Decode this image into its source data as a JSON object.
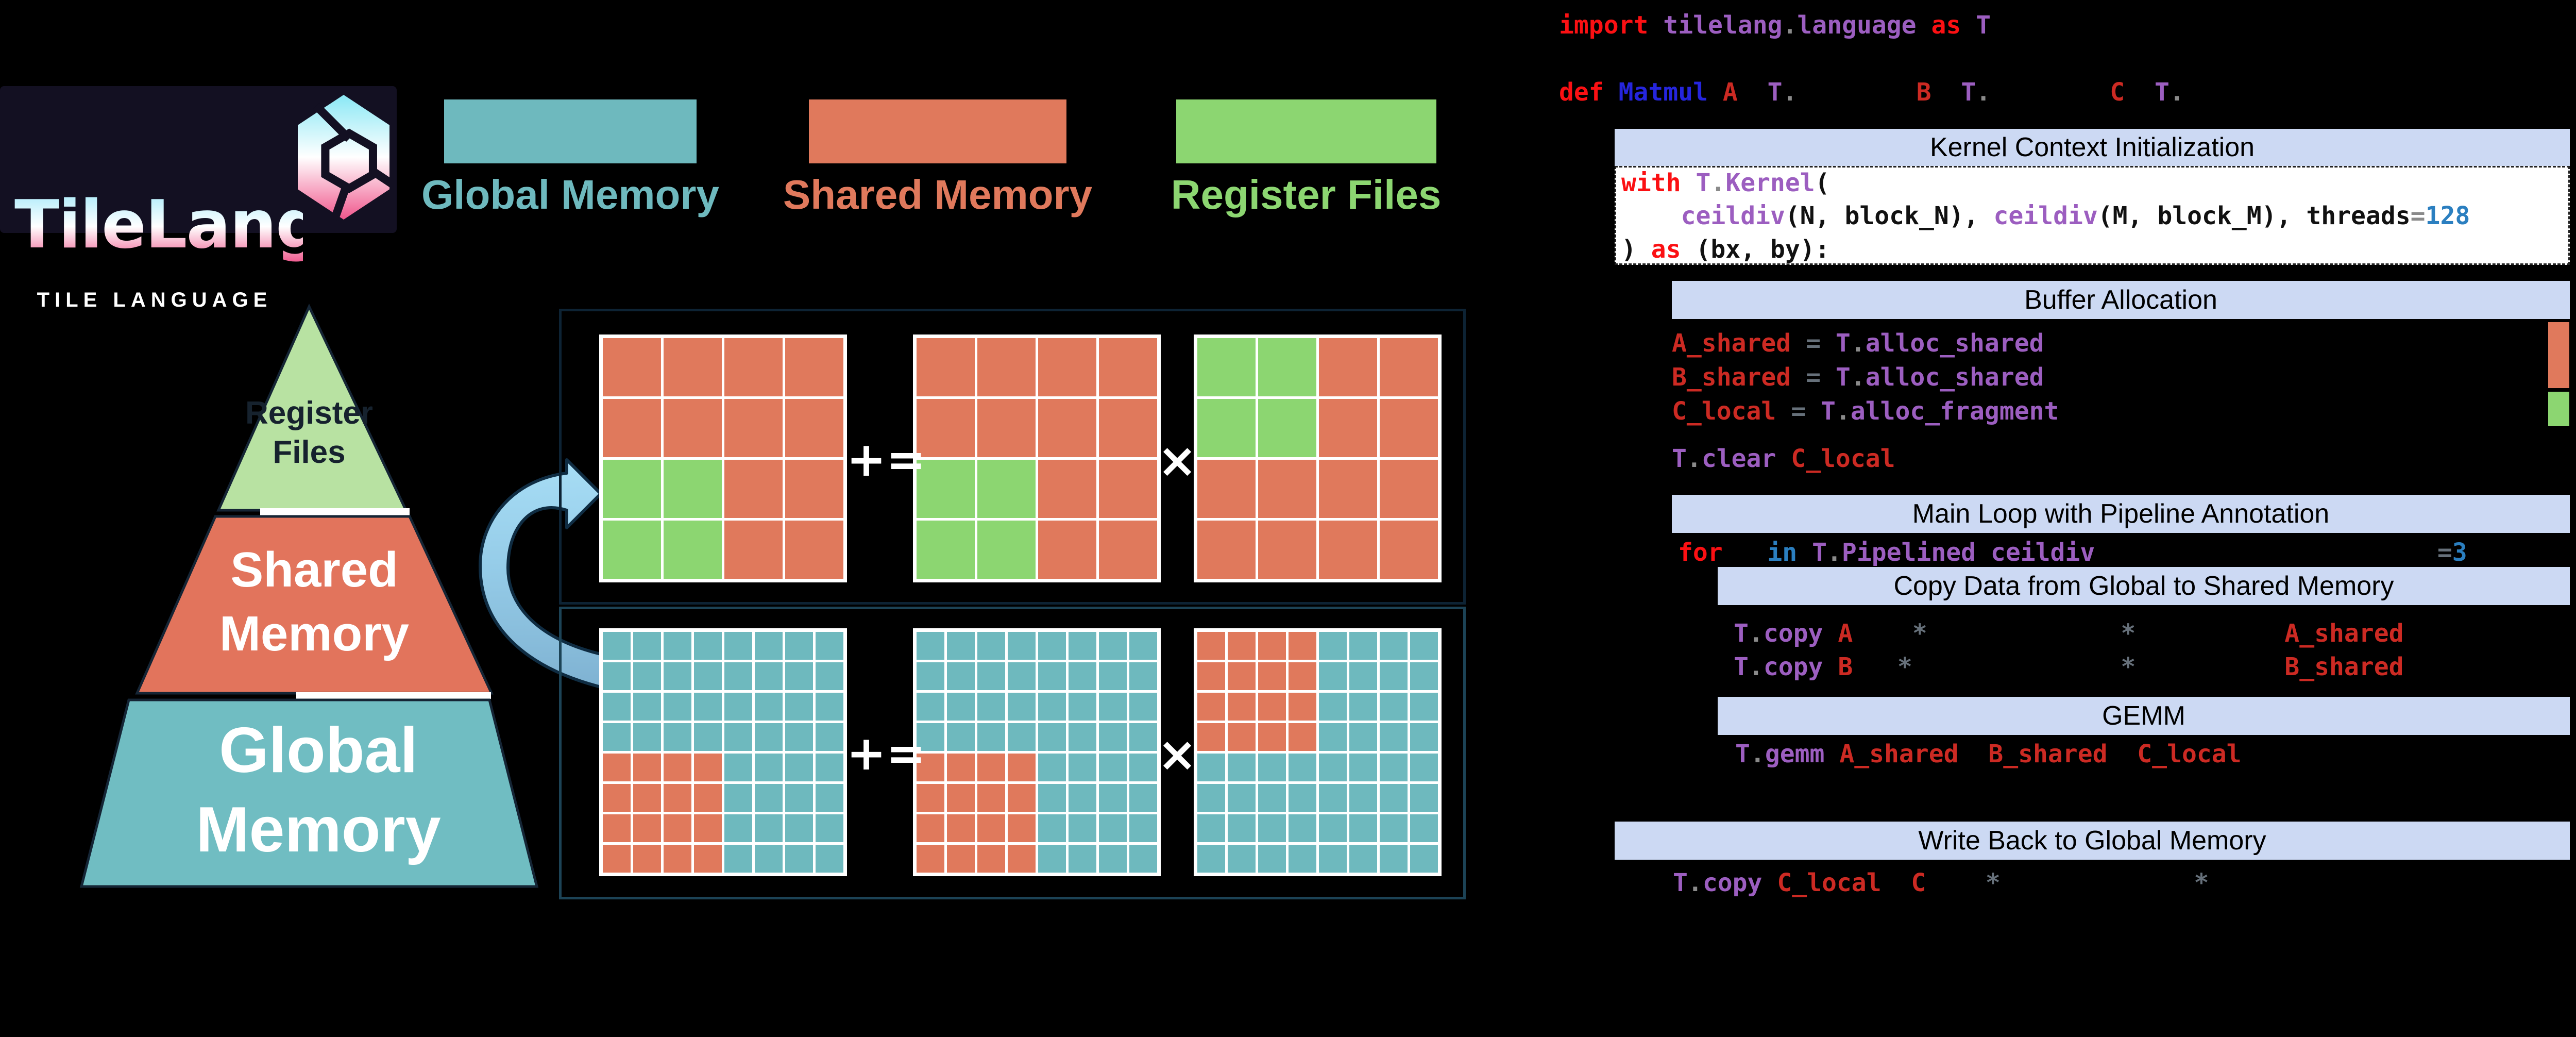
{
  "logo": {
    "title": "TileLang",
    "subtitle": "TILE LANGUAGE"
  },
  "legend": {
    "items": [
      {
        "label": "Global Memory",
        "color": "#6eb9be"
      },
      {
        "label": "Shared Memory",
        "color": "#e0795c"
      },
      {
        "label": "Register Files",
        "color": "#8cd671"
      }
    ]
  },
  "pyramid": {
    "levels": [
      {
        "label": "Register Files",
        "lines": [
          "Register",
          "Files"
        ],
        "color": "#b8e2a2",
        "text_color": "#16222e"
      },
      {
        "label": "Shared Memory",
        "lines": [
          "Shared",
          "Memory"
        ],
        "color": "#e2745c",
        "text_color": "#ffffff"
      },
      {
        "label": "Global Memory",
        "lines": [
          "Global",
          "Memory"
        ],
        "color": "#70bdc2",
        "text_color": "#ffffff"
      }
    ]
  },
  "tiles": {
    "cell_colors": {
      "S": "#e0795c",
      "G": "#8cd671",
      "T": "#6eb9be"
    },
    "operators": {
      "plus_eq": "+=",
      "times": "×"
    },
    "upper": {
      "matrices": [
        [
          "SSSS",
          "SSSS",
          "GGSS",
          "GGSS"
        ],
        [
          "SSSS",
          "SSSS",
          "GGSS",
          "GGSS"
        ],
        [
          "GGSS",
          "GGSS",
          "SSSS",
          "SSSS"
        ]
      ]
    },
    "lower": {
      "matrices": [
        [
          "TTTTTTTT",
          "TTTTTTTT",
          "TTTTTTTT",
          "TTTTTTTT",
          "SSSSTTTT",
          "SSSSTTTT",
          "SSSSTTTT",
          "SSSSTTTT"
        ],
        [
          "TTTTTTTT",
          "TTTTTTTT",
          "TTTTTTTT",
          "TTTTTTTT",
          "SSSSTTTT",
          "SSSSTTTT",
          "SSSSTTTT",
          "SSSSTTTT"
        ],
        [
          "SSSSTTTT",
          "SSSSTTTT",
          "SSSSTTTT",
          "SSSSTTTT",
          "TTTTTTTT",
          "TTTTTTTT",
          "TTTTTTTT",
          "TTTTTTTT"
        ]
      ]
    }
  },
  "code": {
    "headers": {
      "kernel": "Kernel Context Initialization",
      "buffer": "Buffer Allocation",
      "main_loop": "Main Loop with Pipeline Annotation",
      "copy": "Copy Data from Global to Shared Memory",
      "gemm": "GEMM",
      "write_back": "Write Back to Global Memory"
    },
    "lines": {
      "import": [
        [
          "kw",
          "import "
        ],
        [
          "fn",
          "tilelang"
        ],
        [
          "dot",
          "."
        ],
        [
          "fn",
          "language"
        ],
        [
          "kw",
          " as "
        ],
        [
          "fn",
          "T"
        ]
      ],
      "def": [
        [
          "kw",
          "def "
        ],
        [
          "bl",
          "Matmul "
        ],
        [
          "id",
          "A"
        ],
        [
          "pl",
          "  "
        ],
        [
          "fn",
          "T"
        ],
        [
          "dot",
          "."
        ],
        [
          "pl",
          "        "
        ],
        [
          "id",
          "B"
        ],
        [
          "pl",
          "  "
        ],
        [
          "fn",
          "T"
        ],
        [
          "dot",
          "."
        ],
        [
          "pl",
          "        "
        ],
        [
          "id",
          "C"
        ],
        [
          "pl",
          "  "
        ],
        [
          "fn",
          "T"
        ],
        [
          "dot",
          "."
        ]
      ],
      "with": [
        [
          "kw",
          "with "
        ],
        [
          "fn",
          "T"
        ],
        [
          "dot",
          "."
        ],
        [
          "fn",
          "Kernel"
        ],
        [
          "bk",
          "("
        ]
      ],
      "ceildiv": [
        [
          "pl",
          "    "
        ],
        [
          "fn",
          "ceildiv"
        ],
        [
          "bk",
          "(N, block_N), "
        ],
        [
          "fn",
          "ceildiv"
        ],
        [
          "bk",
          "(M, block_M), "
        ],
        [
          "bk",
          "threads"
        ],
        [
          "dot",
          "="
        ],
        [
          "num",
          "128"
        ]
      ],
      "as": [
        [
          "bk",
          ") "
        ],
        [
          "kw",
          "as "
        ],
        [
          "bk",
          "(bx, by):"
        ]
      ],
      "a_shared": [
        [
          "id",
          "A_shared"
        ],
        [
          "pl",
          " "
        ],
        [
          "op",
          "="
        ],
        [
          "pl",
          " "
        ],
        [
          "fn",
          "T"
        ],
        [
          "dot",
          "."
        ],
        [
          "fn",
          "alloc_shared"
        ]
      ],
      "b_shared": [
        [
          "id",
          "B_shared"
        ],
        [
          "pl",
          " "
        ],
        [
          "op",
          "="
        ],
        [
          "pl",
          " "
        ],
        [
          "fn",
          "T"
        ],
        [
          "dot",
          "."
        ],
        [
          "fn",
          "alloc_shared"
        ]
      ],
      "c_local": [
        [
          "id",
          "C_local"
        ],
        [
          "pl",
          " "
        ],
        [
          "op",
          "="
        ],
        [
          "pl",
          " "
        ],
        [
          "fn",
          "T"
        ],
        [
          "dot",
          "."
        ],
        [
          "fn",
          "alloc_fragment"
        ]
      ],
      "t_clear": [
        [
          "fn",
          "T"
        ],
        [
          "dot",
          "."
        ],
        [
          "fn",
          "clear"
        ],
        [
          "pl",
          " "
        ],
        [
          "id",
          "C_local"
        ]
      ],
      "for": [
        [
          "kw",
          "for"
        ],
        [
          "pl",
          "   "
        ],
        [
          "num",
          "in"
        ],
        [
          "pl",
          " "
        ],
        [
          "fn",
          "T"
        ],
        [
          "dot",
          "."
        ],
        [
          "fn",
          "Pipelined"
        ],
        [
          "pl",
          " "
        ],
        [
          "fn",
          "ceildiv"
        ],
        [
          "pl",
          "                       "
        ],
        [
          "op",
          "="
        ],
        [
          "num",
          "3"
        ]
      ],
      "copy_a": [
        [
          "fn",
          "T"
        ],
        [
          "dot",
          "."
        ],
        [
          "fn",
          "copy"
        ],
        [
          "pl",
          " "
        ],
        [
          "id",
          "A"
        ],
        [
          "pl",
          "    "
        ],
        [
          "op",
          "*"
        ],
        [
          "pl",
          "             "
        ],
        [
          "op",
          "*"
        ],
        [
          "pl",
          "          "
        ],
        [
          "id",
          "A_shared"
        ]
      ],
      "copy_b": [
        [
          "fn",
          "T"
        ],
        [
          "dot",
          "."
        ],
        [
          "fn",
          "copy"
        ],
        [
          "pl",
          " "
        ],
        [
          "id",
          "B"
        ],
        [
          "pl",
          "   "
        ],
        [
          "op",
          "*"
        ],
        [
          "pl",
          "              "
        ],
        [
          "op",
          "*"
        ],
        [
          "pl",
          "          "
        ],
        [
          "id",
          "B_shared"
        ]
      ],
      "gemm": [
        [
          "fn",
          "T"
        ],
        [
          "dot",
          "."
        ],
        [
          "fn",
          "gemm"
        ],
        [
          "pl",
          " "
        ],
        [
          "id",
          "A_shared"
        ],
        [
          "pl",
          "  "
        ],
        [
          "id",
          "B_shared"
        ],
        [
          "pl",
          "  "
        ],
        [
          "id",
          "C_local"
        ]
      ],
      "write_back": [
        [
          "fn",
          "T"
        ],
        [
          "dot",
          "."
        ],
        [
          "fn",
          "copy"
        ],
        [
          "pl",
          " "
        ],
        [
          "id",
          "C_local"
        ],
        [
          "pl",
          "  "
        ],
        [
          "id",
          "C"
        ],
        [
          "pl",
          "    "
        ],
        [
          "op",
          "*"
        ],
        [
          "pl",
          "             "
        ],
        [
          "op",
          "*"
        ]
      ]
    },
    "accent_colors": {
      "keyword": "#fb1013",
      "function": "#9c5ec0",
      "identifier": "#cc2a23",
      "number": "#2b7fc0",
      "header_bg": "#ccd9f3"
    }
  }
}
